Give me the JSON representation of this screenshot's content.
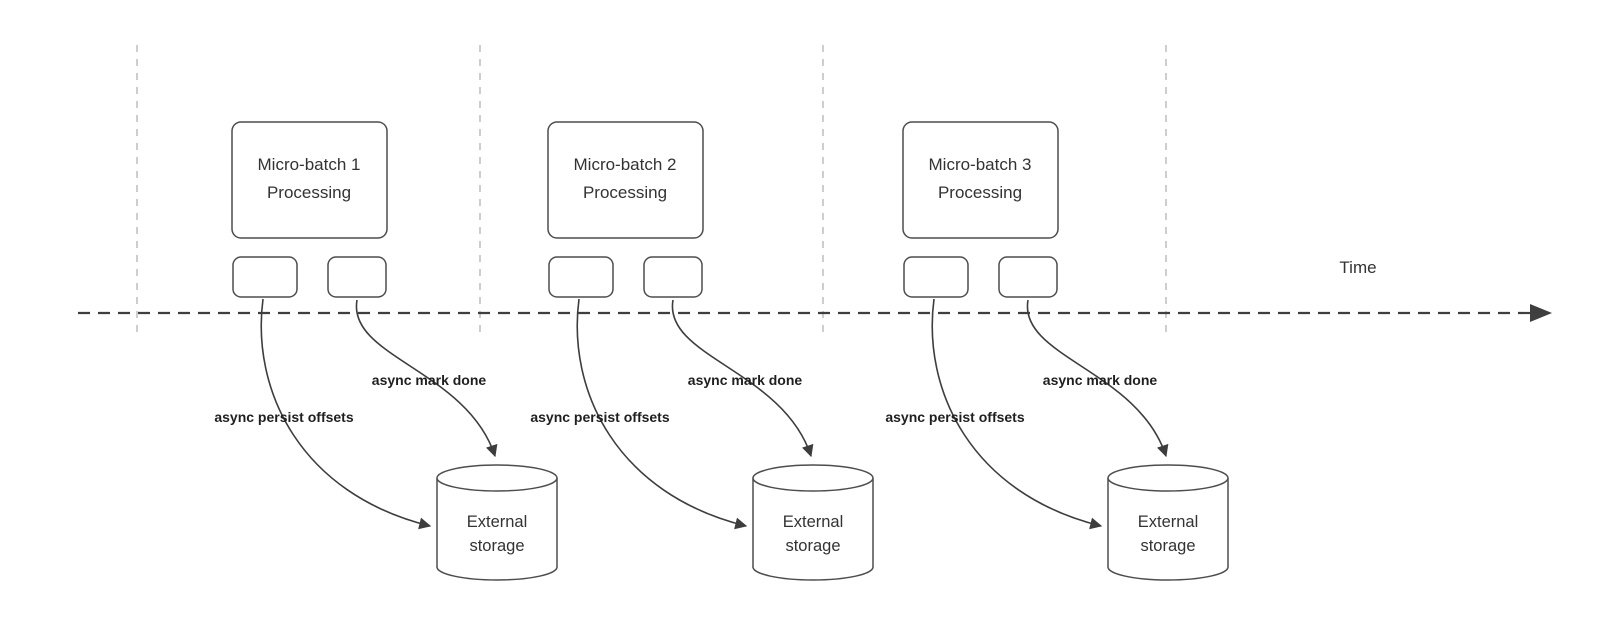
{
  "diagram": {
    "time_label": "Time",
    "batches": [
      {
        "title_line1": "Micro-batch 1",
        "title_line2": "Processing",
        "persist_label": "async persist offsets",
        "mark_done_label": "async mark done",
        "storage_line1": "External",
        "storage_line2": "storage"
      },
      {
        "title_line1": "Micro-batch 2",
        "title_line2": "Processing",
        "persist_label": "async persist offsets",
        "mark_done_label": "async mark done",
        "storage_line1": "External",
        "storage_line2": "storage"
      },
      {
        "title_line1": "Micro-batch 3",
        "title_line2": "Processing",
        "persist_label": "async persist offsets",
        "mark_done_label": "async mark done",
        "storage_line1": "External",
        "storage_line2": "storage"
      }
    ],
    "colors": {
      "background": "#ffffff",
      "shape_stroke": "#4d4d4d",
      "arrow_stroke": "#3d3d3d",
      "gridline": "#b8b8b8",
      "text": "#333333"
    }
  }
}
